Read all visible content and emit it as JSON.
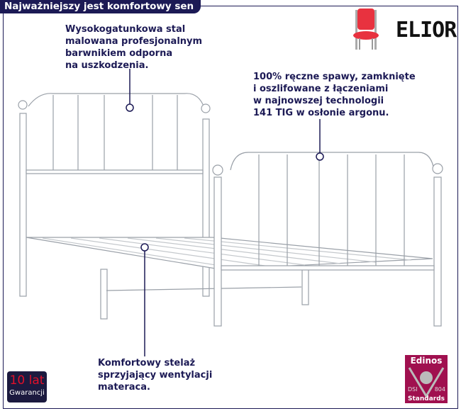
{
  "header": {
    "title": "Najważniejszy jest komfortowy sen"
  },
  "brand": {
    "name": "ELIOR"
  },
  "callouts": [
    {
      "text": "Wysokogatunkowa stal\nmalowana profesjonalnym\nbarwnikiem odporna\nna uszkodzenia."
    },
    {
      "text": "100% ręczne spawy, zamknięte\ni oszlifowane z łączeniami\nw najnowszej technologii\n141 TIG w osłonie argonu."
    },
    {
      "text": "Komfortowy stelaż\nsprzyjający wentylacji\nmateraca."
    }
  ],
  "warranty": {
    "years": "10 lat",
    "label": "Gwarancji"
  },
  "certificate": {
    "name": "Edinos",
    "left": "DSI",
    "right": "804",
    "label": "Standards"
  },
  "colors": {
    "navy": "#1c1a55",
    "warranty_red": "#e0102a",
    "cert": "#a0104f"
  }
}
